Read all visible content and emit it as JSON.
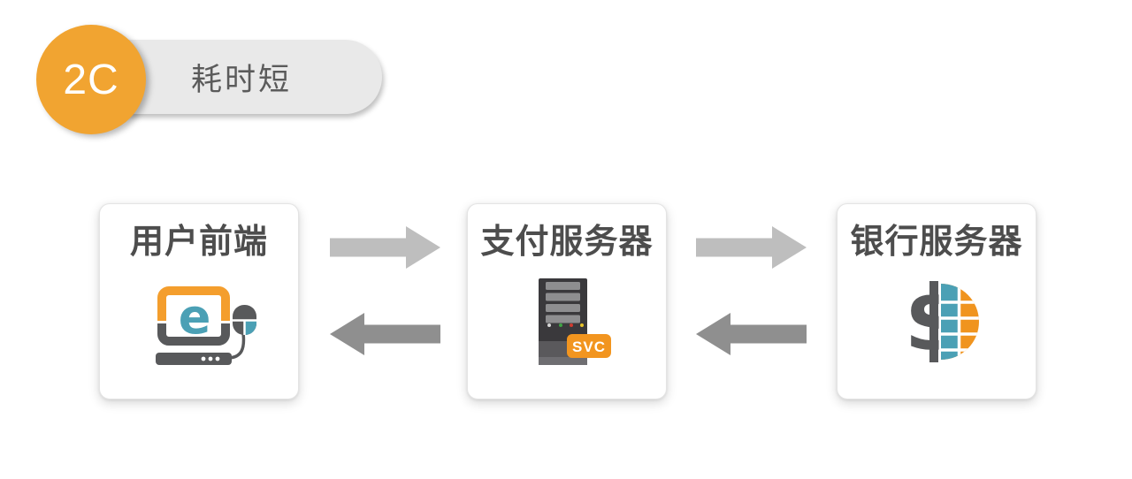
{
  "badge": {
    "label": "2C",
    "title": "耗时短"
  },
  "nodes": [
    {
      "label": "用户前端",
      "icon": "browser-mouse-icon"
    },
    {
      "label": "支付服务器",
      "icon": "payment-server-icon",
      "badge": "SVC"
    },
    {
      "label": "银行服务器",
      "icon": "dollar-globe-icon"
    }
  ],
  "icons": {
    "browser_letter": "e",
    "dollar_glyph": "$"
  },
  "arrows": [
    {
      "from": "用户前端",
      "to": "支付服务器",
      "direction": "right",
      "color": "#bebebe"
    },
    {
      "from": "支付服务器",
      "to": "用户前端",
      "direction": "left",
      "color": "#8f8f8f"
    },
    {
      "from": "支付服务器",
      "to": "银行服务器",
      "direction": "right",
      "color": "#bebebe"
    },
    {
      "from": "银行服务器",
      "to": "支付服务器",
      "direction": "left",
      "color": "#8f8f8f"
    }
  ],
  "colors": {
    "accent_orange": "#f1a431",
    "browser_orange": "#f49e2d",
    "svc_orange": "#f2951f",
    "icon_teal": "#4ba0b5",
    "icon_gray": "#58595b",
    "pill_gray": "#e9e9e9",
    "arrow_light": "#bebebe",
    "arrow_dark": "#8f8f8f",
    "title_gray": "#4d4d4d"
  }
}
